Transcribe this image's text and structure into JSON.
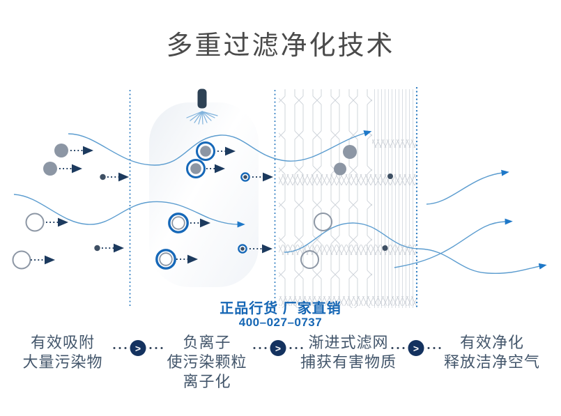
{
  "title": "多重过滤净化技术",
  "promo": {
    "authenticity": "正品行货  厂家直销",
    "phone": "400–027–0737"
  },
  "steps": [
    {
      "lines": [
        "有效吸附",
        "大量污染物"
      ]
    },
    {
      "lines": [
        "负离子",
        "使污染颗粒",
        "离子化"
      ]
    },
    {
      "lines": [
        "渐进式滤网",
        "捕获有害物质"
      ]
    },
    {
      "lines": [
        "有效净化",
        "释放洁净空气"
      ]
    }
  ],
  "separator_glyph": ">",
  "colors": {
    "title_gray": "#4a4a4a",
    "promo_blue": "#1566b4",
    "step_text": "#43566b",
    "separator_navy": "#14325f",
    "dashed_line_blue": "#2b7bc0",
    "flow_curve_blue": "#5b9ccf",
    "ion_ring_blue": "#1668b8",
    "particle_gray": "#8c96a4",
    "particle_dark": "#3f5064",
    "mesh_gray": "#d0d5db",
    "nozzle_navy": "#2d4154"
  }
}
